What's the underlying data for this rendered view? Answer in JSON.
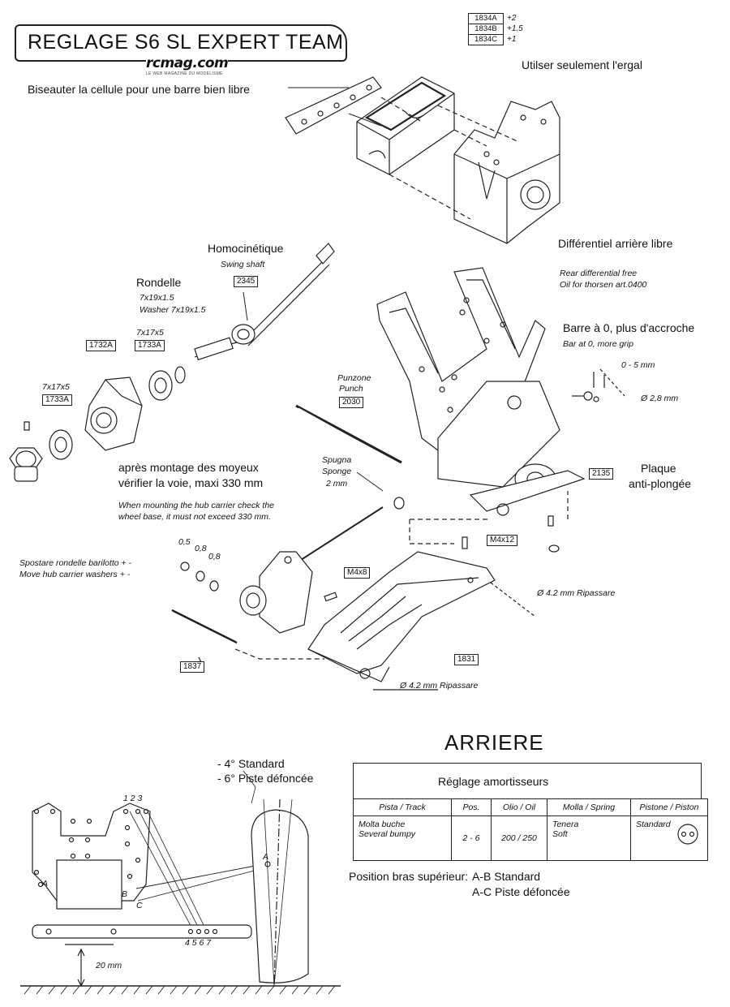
{
  "title": "REGLAGE S6 SL EXPERT TEAM",
  "logo": {
    "text": "rcmag.com",
    "sub": "LE WEB MAGAZINE DU MODELISME"
  },
  "top": {
    "bevel_note": "Biseauter la cellule pour une barre bien libre",
    "ergal_note": "Utilser seulement l'ergal",
    "parts": [
      {
        "code": "1834A",
        "value": "+2"
      },
      {
        "code": "1834B",
        "value": "+1.5"
      },
      {
        "code": "1834C",
        "value": "+1"
      }
    ],
    "diff_fr": "Différentiel arrière libre",
    "diff_en1": "Rear differential free",
    "diff_en2": "Oil for thorsen art.0400"
  },
  "middle": {
    "homocinetique": "Homocinétique",
    "swing_shaft": "Swing shaft",
    "p2345": "2345",
    "rondelle": "Rondelle",
    "r_size": "7x19x1.5",
    "washer": "Washer 7x19x1.5",
    "b1_size": "7x17x5",
    "p1733a_1": "1733A",
    "p1732a": "1732A",
    "b2_size": "7x17x5",
    "p1733a_2": "1733A",
    "barre_fr": "Barre à 0, plus d'accroche",
    "barre_en": "Bar at 0, more grip",
    "dim_05": "0 - 5 mm",
    "dim_28": "Ø 2,8 mm",
    "punzone": "Punzone",
    "punch": "Punch",
    "p2030": "2030",
    "spugna": "Spugna",
    "sponge": "Sponge",
    "dim_2mm": "2 mm",
    "p2135": "2135",
    "plaque1": "Plaque",
    "plaque2": "anti-plongée",
    "montage1": "après montage des moyeux",
    "montage2": "vérifier la voie, maxi 330 mm",
    "mount_en1": "When mounting the hub carrier check the",
    "mount_en2": "wheel base, it must not exceed 330 mm.",
    "m4x12": "M4x12",
    "m4x8": "M4x8",
    "w05": "0,5",
    "w08a": "0,8",
    "w08b": "0,8",
    "spostare": "Spostare rondelle barilotto + -",
    "move": "Move hub carrier washers + -",
    "ripassare1": "Ø 4.2 mm Ripassare",
    "ripassare2": "Ø 4.2 mm  Ripassare",
    "p1837": "1837",
    "p1831": "1831"
  },
  "bottom": {
    "camber1": "- 4° Standard",
    "camber2": "- 6° Piste défoncée",
    "holes_top": "1 2 3",
    "holes_bottom": "4 5 6 7",
    "pt_a1": "A",
    "pt_a2": "A",
    "pt_b": "B",
    "pt_c": "C",
    "height": "20 mm",
    "arriere": "ARRIERE",
    "shock_title": "Réglage amortisseurs",
    "table": {
      "headers": [
        "Pista / Track",
        "Pos.",
        "Olio / Oil",
        "Molla / Spring",
        "Pistone / Piston"
      ],
      "row": {
        "track1": "Molta buche",
        "track2": "Several bumpy",
        "pos": "2 - 6",
        "oil": "200 / 250",
        "spring1": "Tenera",
        "spring2": "Soft",
        "piston": "Standard"
      }
    },
    "pos_label": "Position bras supérieur:",
    "pos_ab": "A-B Standard",
    "pos_ac": "A-C Piste défoncée"
  }
}
